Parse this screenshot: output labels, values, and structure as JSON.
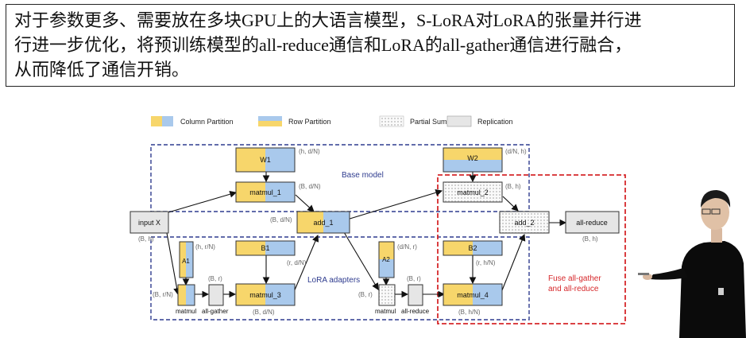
{
  "slide": {
    "lines": [
      "对于参数更多、需要放在多块GPU上的大语言模型，S-LoRA对LoRA的张量并行进",
      "行进一步优化，将预训练模型的all-reduce通信和LoRA的all-gather通信进行融合，",
      "从而降低了通信开销。"
    ]
  },
  "legend": {
    "column": "Column Partition",
    "row": "Row Partition",
    "partial": "Partial Sum",
    "replication": "Replication"
  },
  "regions": {
    "base": "Base model",
    "lora": "LoRA adapters",
    "fuse_line1": "Fuse all-gather",
    "fuse_line2": "and all-reduce"
  },
  "nodes": {
    "input": "input X",
    "w1": "W1",
    "matmul_1": "matmul_1",
    "add_1": "add_1",
    "w2": "W2",
    "matmul_2": "matmul_2",
    "add_2": "add_2",
    "allreduce": "all-reduce",
    "a1": "A1",
    "b1": "B1",
    "matmul_3": "matmul_3",
    "a2": "A2",
    "b2": "B2",
    "matmul_4": "matmul_4",
    "ops_left_matmul": "matmul",
    "ops_left_gather": "all-gather",
    "ops_right_matmul": "matmul",
    "ops_right_reduce": "all-reduce"
  },
  "shapes": {
    "w1": "(h, d/N)",
    "matmul_1": "(B, d/N)",
    "add_1": "(B, d/N)",
    "w2": "(d/N, h)",
    "matmul_2": "(B, h)",
    "add_2_in": "(B, h)",
    "allreduce": "(B, h)",
    "input": "(B, h)",
    "a1": "(h, r/N)",
    "b1": "(r, d/N)",
    "matmul_3": "(B, d/N)",
    "gather_in": "(B, r/N)",
    "gather_out": "(B, r)",
    "a2": "(d/N, r)",
    "b2": "(r, h/N)",
    "matmul_4": "(B, h/N)",
    "reduce_in": "(B, r)",
    "reduce_out": "(B, r)"
  },
  "colors": {
    "yellow": "#F7D66B",
    "blue": "#A9C9EC",
    "gray": "#E6E6E6",
    "navy_dash": "#2F3C8F",
    "red_dash": "#D6282B",
    "red_text": "#D6282B"
  }
}
